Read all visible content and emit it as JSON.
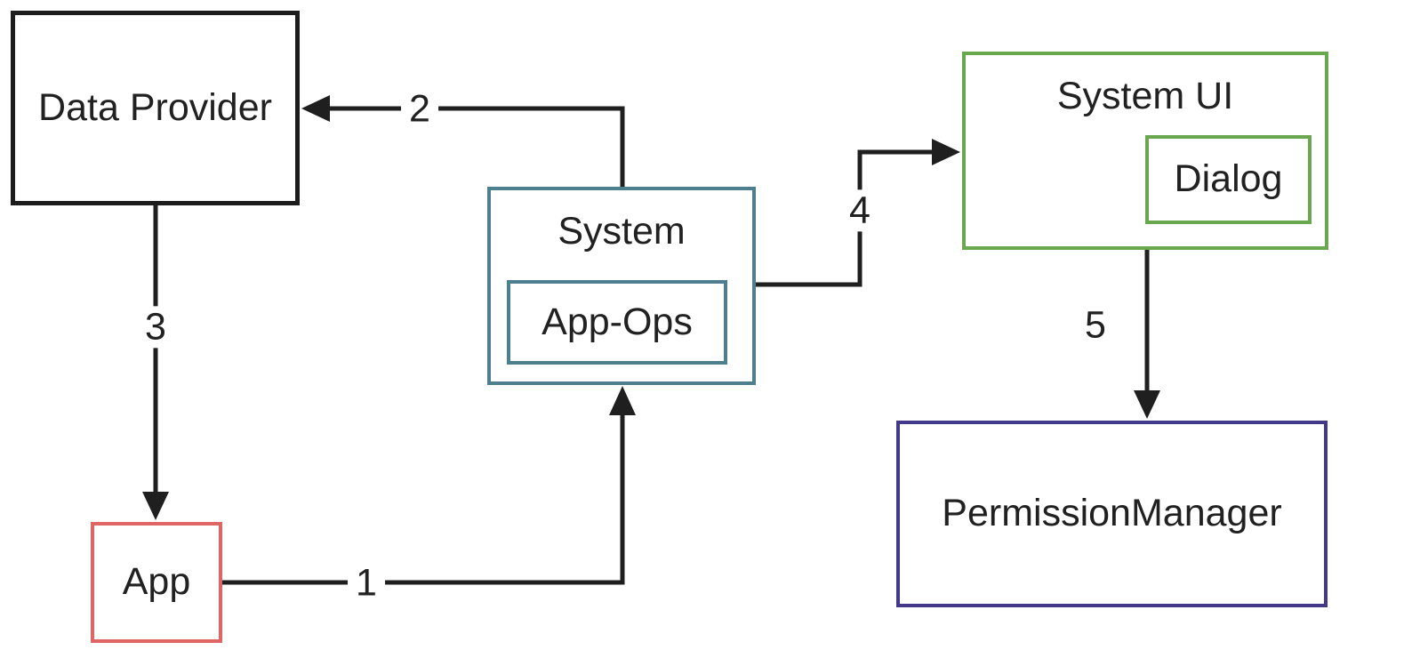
{
  "colors": {
    "line": "#1f1f1f",
    "text": "#212121",
    "data_provider_border": "#1c1c1c",
    "system_border": "#4d7f8e",
    "system_ui_border": "#6aa84f",
    "app_border": "#e06666",
    "permission_manager_border": "#43398b"
  },
  "nodes": {
    "data_provider": {
      "label": "Data Provider"
    },
    "system": {
      "label": "System"
    },
    "app_ops": {
      "label": "App-Ops"
    },
    "system_ui": {
      "label": "System UI"
    },
    "dialog": {
      "label": "Dialog"
    },
    "permission_manager": {
      "label": "PermissionManager"
    },
    "app": {
      "label": "App"
    }
  },
  "arrows": [
    {
      "label": "1",
      "from": "app",
      "to": "system"
    },
    {
      "label": "2",
      "from": "system",
      "to": "data_provider"
    },
    {
      "label": "3",
      "from": "data_provider",
      "to": "app"
    },
    {
      "label": "4",
      "from": "system",
      "to": "system_ui"
    },
    {
      "label": "5",
      "from": "system_ui",
      "to": "permission_manager"
    }
  ]
}
